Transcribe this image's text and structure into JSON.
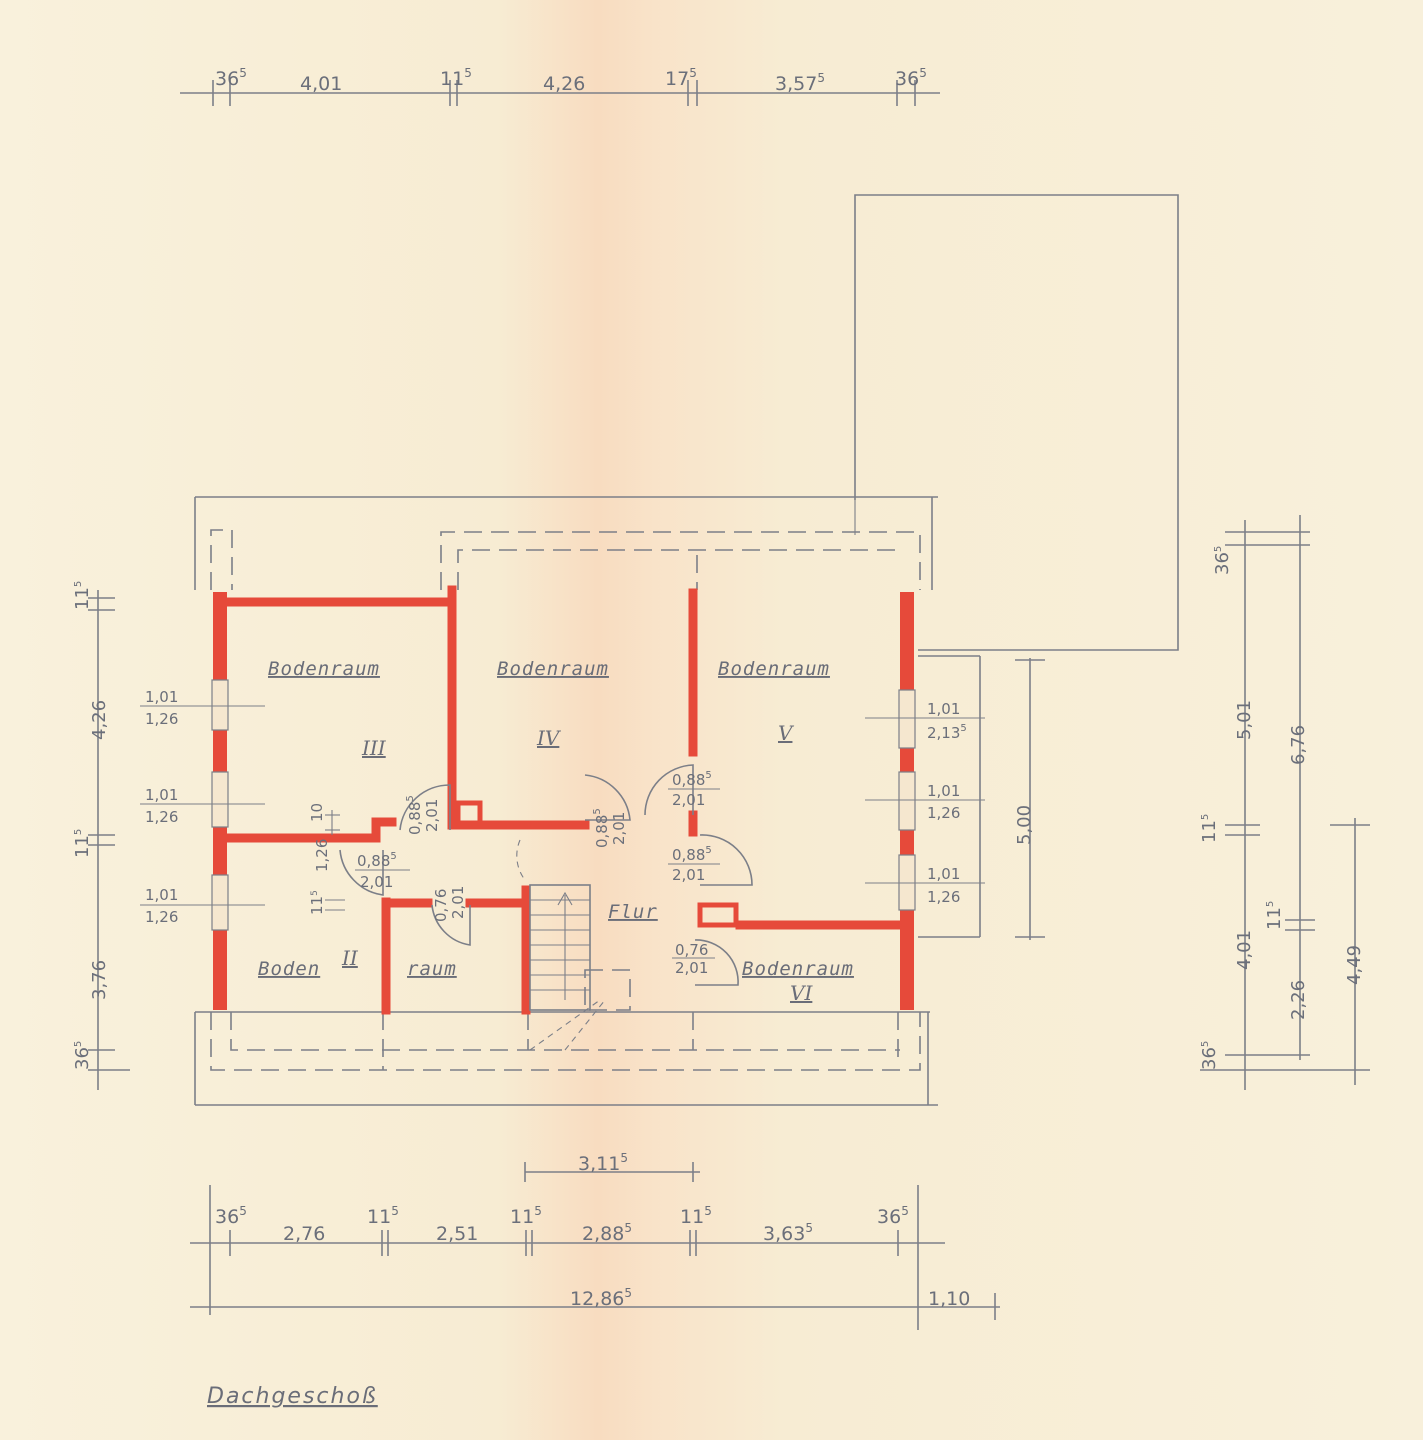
{
  "title": "Dachgeschoß",
  "top_dims": {
    "d1": "36",
    "d1s": "5",
    "d2": "4,01",
    "d3": "11",
    "d3s": "5",
    "d4": "4,26",
    "d5": "17",
    "d5s": "5",
    "d6": "3,57",
    "d6s": "5",
    "d7": "36",
    "d7s": "5"
  },
  "bottom_dims": {
    "stair": "3,11",
    "stairs": "5",
    "d1": "36",
    "d1s": "5",
    "d2": "2,76",
    "d3": "11",
    "d3s": "5",
    "d4": "2,51",
    "d5": "11",
    "d5s": "5",
    "d6": "2,88",
    "d6s": "5",
    "d7": "11",
    "d7s": "5",
    "d8": "3,63",
    "d8s": "5",
    "d9": "36",
    "d9s": "5",
    "total": "12,86",
    "totals": "5",
    "extra": "1,10"
  },
  "left_dims": {
    "a": "11",
    "as": "5",
    "b": "4,26",
    "c": "11",
    "cs": "5",
    "d": "3,76",
    "e": "36",
    "es": "5"
  },
  "right_dims": {
    "a": "36",
    "as": "5",
    "b": "5,01",
    "c": "6,76",
    "d": "11",
    "ds": "5",
    "e": "4,01",
    "f": "11",
    "fs": "5",
    "g": "2,26",
    "h": "4,49",
    "i": "36",
    "is": "5",
    "side": "5,00"
  },
  "rooms": [
    {
      "label": "Bodenraum",
      "number": "III"
    },
    {
      "label": "Bodenraum",
      "number": "IV"
    },
    {
      "label": "Bodenraum",
      "number": "V"
    },
    {
      "label": "Boden",
      "label2": "raum",
      "number": "II"
    },
    {
      "label": "Flur"
    },
    {
      "label": "Bodenraum",
      "number": "VI"
    }
  ],
  "windows": {
    "w1a": "1,01",
    "w1b": "1,26",
    "w2a": "1,01",
    "w2b": "1,26",
    "w3a": "1,01",
    "w3b": "1,26",
    "w4a": "1,01",
    "w4b": "2,13",
    "w4bs": "5",
    "w5a": "1,01",
    "w5b": "1,26",
    "w6a": "1,01",
    "w6b": "1,26"
  },
  "doors": {
    "d1a": "0,88",
    "d1as": "5",
    "d1b": "2,01",
    "d2a": "0,88",
    "d2as": "5",
    "d2b": "2,01",
    "d3a": "0,88",
    "d3as": "5",
    "d3b": "2,01",
    "d4a": "0,88",
    "d4as": "5",
    "d4b": "2,01",
    "d5a": "0,88",
    "d5as": "5",
    "d5b": "2,01",
    "d6a": "0,76",
    "d6b": "2,01",
    "d7a": "0,76",
    "d7b": "2,01",
    "misc1": "10",
    "misc2": "1,26",
    "misc3": "11",
    "misc3s": "5"
  }
}
